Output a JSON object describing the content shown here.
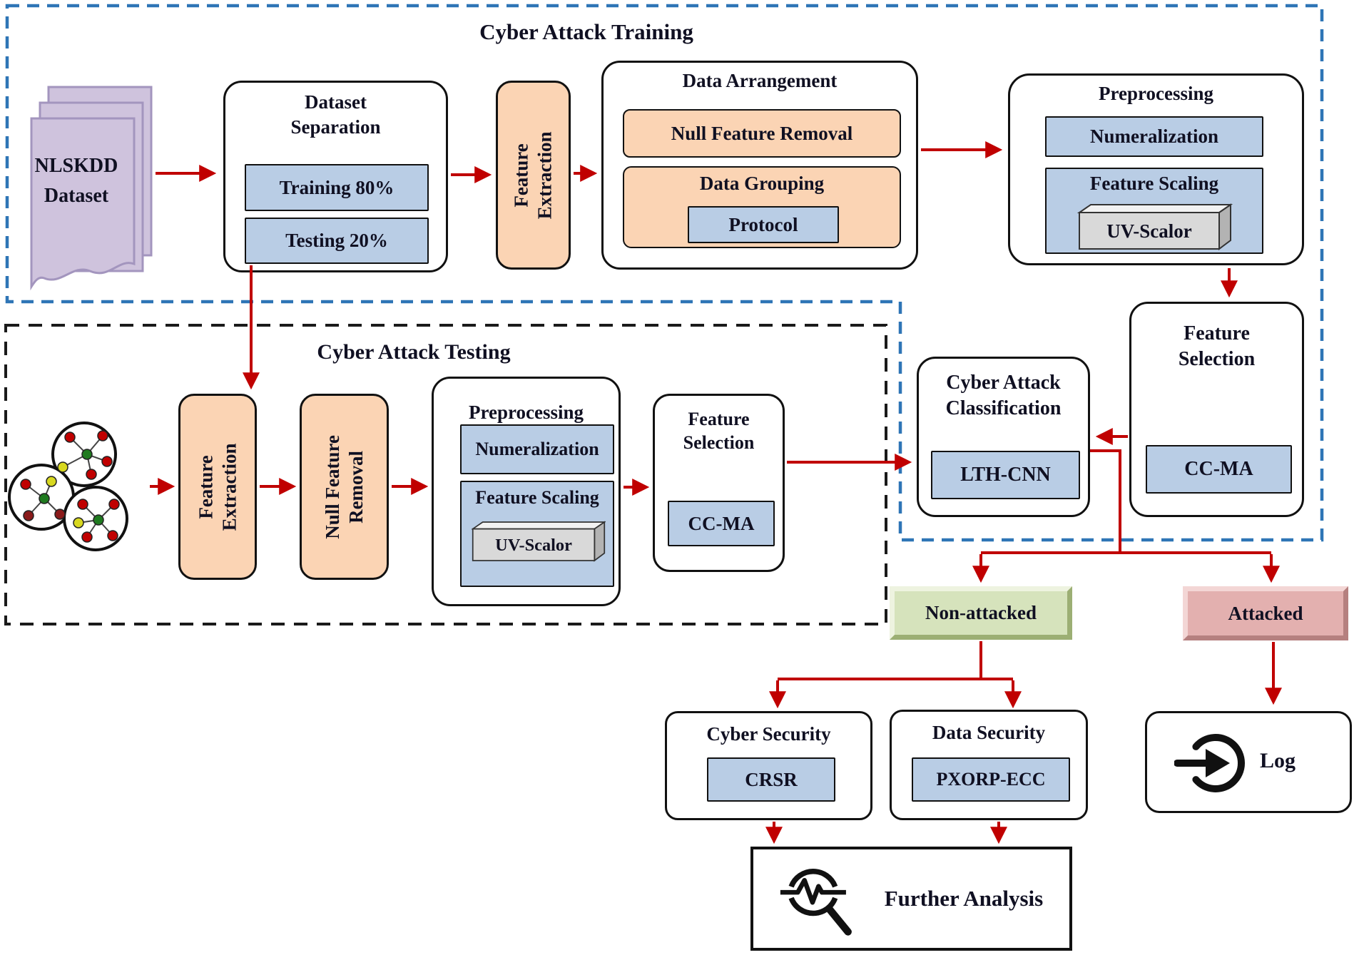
{
  "colors": {
    "arrow_red": "#C00000",
    "training_border_blue": "#2E75B6",
    "testing_border_black": "#1a1a1a",
    "box_blue": "#B9CDE5",
    "box_orange": "#FBD4B4",
    "doc_purple": "#CFC3DD",
    "non_attacked_green": "#D6E3BC",
    "attacked_pink": "#E3B0AF",
    "scalor_gray": "#D9D9D9"
  },
  "regions": {
    "training": {
      "title": "Cyber Attack Training"
    },
    "testing": {
      "title": "Cyber Attack Testing"
    }
  },
  "nodes": {
    "dataset": {
      "line1": "NLSKDD",
      "line2": "Dataset"
    },
    "dataset_separation": {
      "title_line1": "Dataset",
      "title_line2": "Separation",
      "training_split": "Training 80%",
      "testing_split": "Testing 20%"
    },
    "feature_extraction_training": {
      "line1": "Feature",
      "line2": "Extraction"
    },
    "data_arrangement": {
      "title": "Data Arrangement",
      "null_feature_removal": "Null Feature Removal",
      "data_grouping": "Data Grouping",
      "protocol": "Protocol"
    },
    "preprocessing_training": {
      "title": "Preprocessing",
      "numeralization": "Numeralization",
      "feature_scaling": "Feature Scaling",
      "uv_scalor": "UV-Scalor"
    },
    "feature_selection_training": {
      "title_line1": "Feature",
      "title_line2": "Selection",
      "method": "CC-MA"
    },
    "classification": {
      "title_line1": "Cyber Attack",
      "title_line2": "Classification",
      "method": "LTH-CNN"
    },
    "feature_extraction_testing": {
      "line1": "Feature",
      "line2": "Extraction"
    },
    "null_feature_removal_testing": {
      "line1": "Null Feature",
      "line2": "Removal"
    },
    "preprocessing_testing": {
      "title": "Preprocessing",
      "numeralization": "Numeralization",
      "feature_scaling": "Feature Scaling",
      "uv_scalor": "UV-Scalor"
    },
    "feature_selection_testing": {
      "title_line1": "Feature",
      "title_line2": "Selection",
      "method": "CC-MA"
    },
    "non_attacked": {
      "label": "Non-attacked"
    },
    "attacked": {
      "label": "Attacked"
    },
    "cyber_security": {
      "title": "Cyber Security",
      "method": "CRSR"
    },
    "data_security": {
      "title": "Data Security",
      "method": "PXORP-ECC"
    },
    "further_analysis": {
      "label": "Further Analysis"
    },
    "log": {
      "label": "Log"
    }
  }
}
